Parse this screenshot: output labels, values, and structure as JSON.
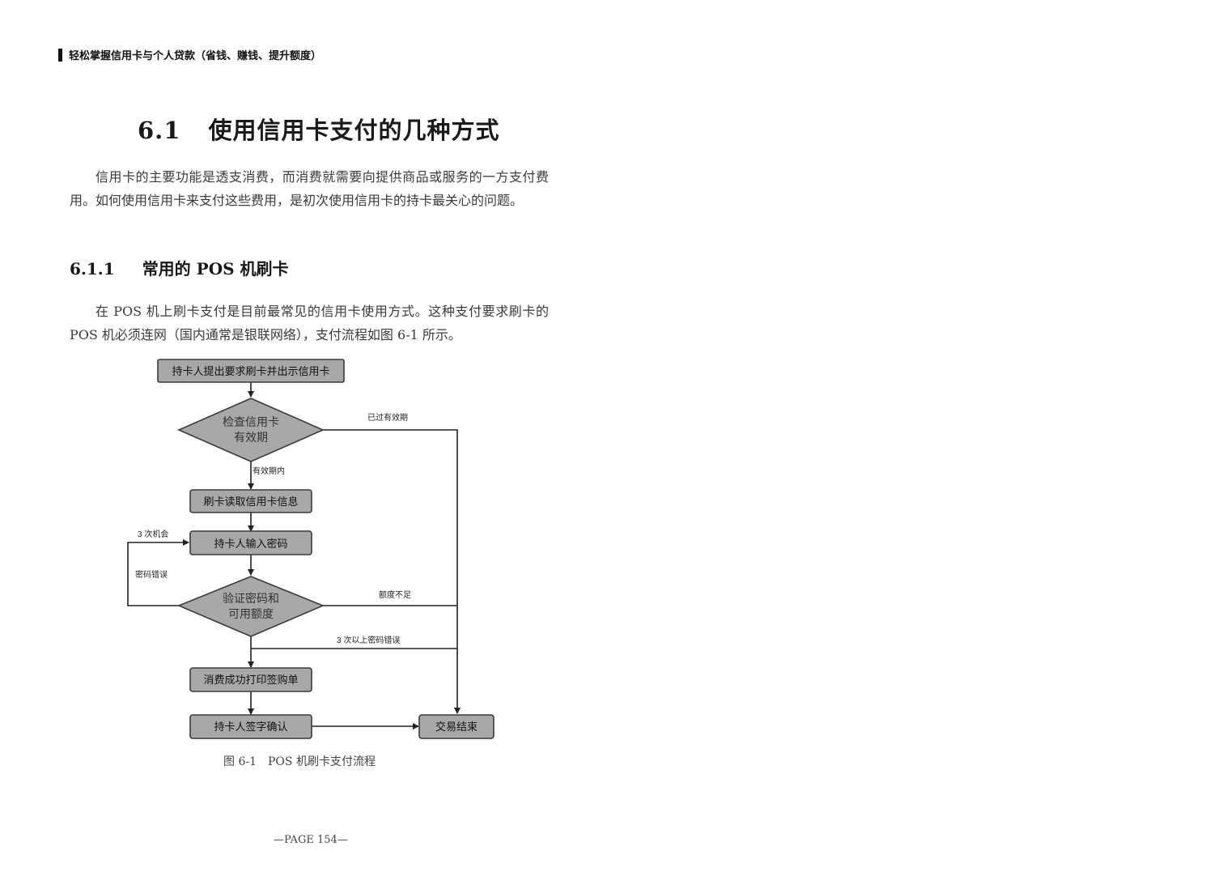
{
  "header": {
    "running_title": "轻松掌握信用卡与个人贷款（省钱、赚钱、提升额度）"
  },
  "section": {
    "number": "6.1",
    "title": "使用信用卡支付的几种方式"
  },
  "paragraphs": {
    "intro": "信用卡的主要功能是透支消费，而消费就需要向提供商品或服务的一方支付费用。如何使用信用卡来支付这些费用，是初次使用信用卡的持卡最关心的问题。",
    "pos": "在 POS 机上刷卡支付是目前最常见的信用卡使用方式。这种支付要求刷卡的 POS 机必须连网（国内通常是银联网络），支付流程如图 6-1 所示。"
  },
  "subsection": {
    "number": "6.1.1",
    "title": "常用的 POS 机刷卡"
  },
  "flowchart": {
    "nodes": {
      "start": "持卡人提出要求刷卡并出示信用卡",
      "check_line1": "检查信用卡",
      "check_line2": "有效期",
      "read": "刷卡读取信用卡信息",
      "input": "持卡人输入密码",
      "verify_line1": "验证密码和",
      "verify_line2": "可用额度",
      "success": "消费成功打印签购单",
      "sign": "持卡人签字确认",
      "end": "交易结束"
    },
    "edges": {
      "expired": "已过有效期",
      "valid": "有效期内",
      "three_chances": "3 次机会",
      "wrong_password": "密码错误",
      "insufficient": "额度不足",
      "over_three": "3 次以上密码错误"
    }
  },
  "figure": {
    "number": "图 6-1",
    "caption": "POS 机刷卡支付流程"
  },
  "footer": {
    "page_label": "—PAGE 154—"
  },
  "colors": {
    "node_fill": "#a8a8a8",
    "node_stroke": "#3a3a3a",
    "line": "#222222"
  }
}
